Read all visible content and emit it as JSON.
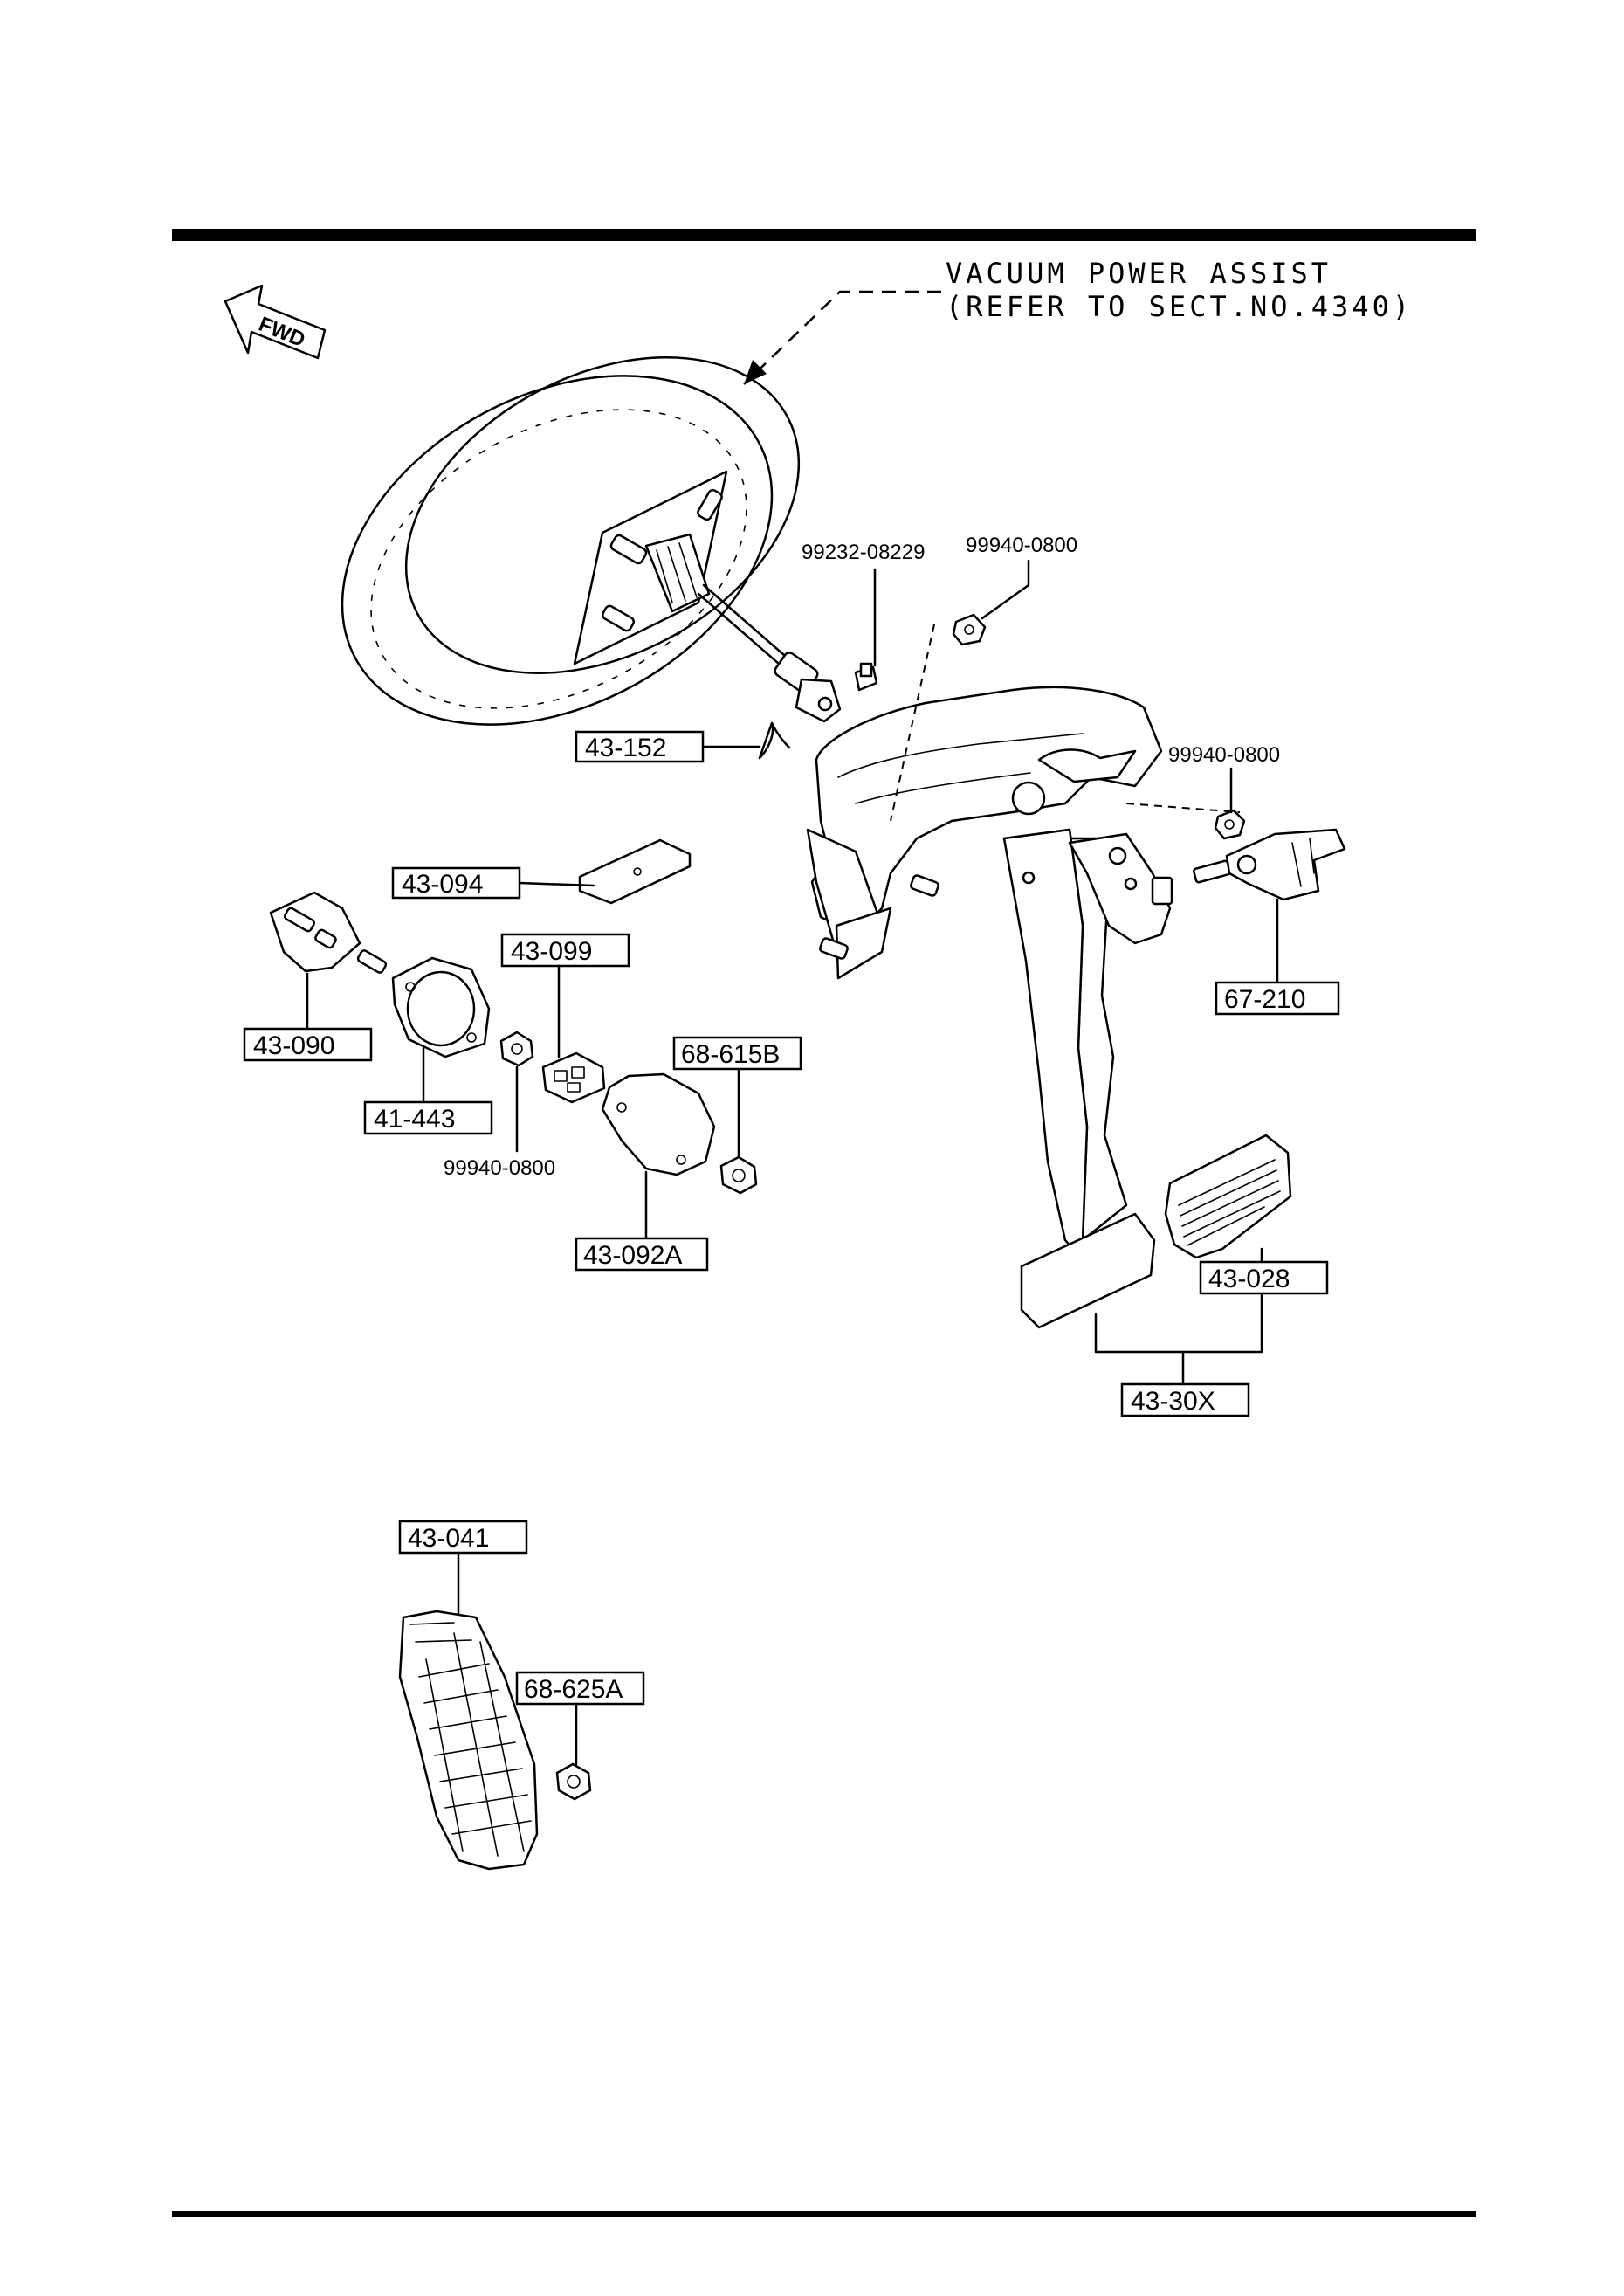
{
  "note": {
    "line1": "VACUUM POWER ASSIST",
    "line2": "(REFER TO SECT.NO.4340)"
  },
  "fwd_label": "FWD",
  "callouts": {
    "c43_152": "43-152",
    "c43_094": "43-094",
    "c43_099": "43-099",
    "c43_090": "43-090",
    "c41_443": "41-443",
    "c68_615b": "68-615B",
    "c43_092a": "43-092A",
    "c67_210": "67-210",
    "c43_028": "43-028",
    "c43_30x": "43-30X",
    "c43_041": "43-041",
    "c68_625a": "68-625A"
  },
  "part_numbers": {
    "p99232": "99232-08229",
    "p99940_top": "99940-0800",
    "p99940_right": "99940-0800",
    "p99940_left": "99940-0800"
  }
}
